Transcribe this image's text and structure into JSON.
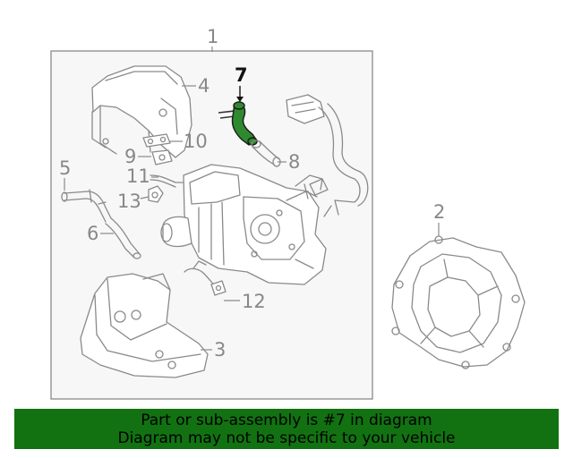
{
  "diagram": {
    "callouts": {
      "c1": "1",
      "c2": "2",
      "c3": "3",
      "c4": "4",
      "c5": "5",
      "c6": "6",
      "c7": "7",
      "c8": "8",
      "c9": "9",
      "c10": "10",
      "c11": "11",
      "c12": "12",
      "c13": "13"
    },
    "highlighted_part": "7",
    "highlight_color": "#2f8a2f",
    "line_color": "#8a8a8a"
  },
  "banner": {
    "line1": "Part or sub-assembly is #7 in diagram",
    "line2": "Diagram may not be specific to your vehicle",
    "background": "#127212"
  }
}
